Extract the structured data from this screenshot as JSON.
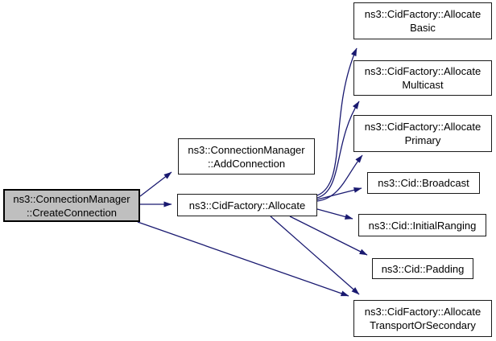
{
  "diagram": {
    "kind": "doxygen-call-graph",
    "colors": {
      "edge": "#191970",
      "node_fill": "#ffffff",
      "node_border": "#000000",
      "current_node_fill": "#bfbfbf",
      "background": "#ffffff"
    },
    "nodes": {
      "create_connection": {
        "lines": [
          "ns3::ConnectionManager",
          "::CreateConnection"
        ],
        "current": true
      },
      "add_connection": {
        "lines": [
          "ns3::ConnectionManager",
          "::AddConnection"
        ]
      },
      "allocate": {
        "lines": [
          "ns3::CidFactory::Allocate"
        ]
      },
      "allocate_basic": {
        "lines": [
          "ns3::CidFactory::Allocate",
          "Basic"
        ]
      },
      "allocate_multicast": {
        "lines": [
          "ns3::CidFactory::Allocate",
          "Multicast"
        ]
      },
      "allocate_primary": {
        "lines": [
          "ns3::CidFactory::Allocate",
          "Primary"
        ]
      },
      "broadcast": {
        "lines": [
          "ns3::Cid::Broadcast"
        ]
      },
      "initial_ranging": {
        "lines": [
          "ns3::Cid::InitialRanging"
        ]
      },
      "padding": {
        "lines": [
          "ns3::Cid::Padding"
        ]
      },
      "allocate_transport": {
        "lines": [
          "ns3::CidFactory::Allocate",
          "TransportOrSecondary"
        ]
      }
    },
    "edges": [
      {
        "from": "create_connection",
        "to": "add_connection"
      },
      {
        "from": "create_connection",
        "to": "allocate"
      },
      {
        "from": "create_connection",
        "to": "allocate_transport"
      },
      {
        "from": "allocate",
        "to": "allocate_basic"
      },
      {
        "from": "allocate",
        "to": "allocate_multicast"
      },
      {
        "from": "allocate",
        "to": "allocate_primary"
      },
      {
        "from": "allocate",
        "to": "broadcast"
      },
      {
        "from": "allocate",
        "to": "initial_ranging"
      },
      {
        "from": "allocate",
        "to": "padding"
      },
      {
        "from": "allocate",
        "to": "allocate_transport"
      }
    ]
  }
}
